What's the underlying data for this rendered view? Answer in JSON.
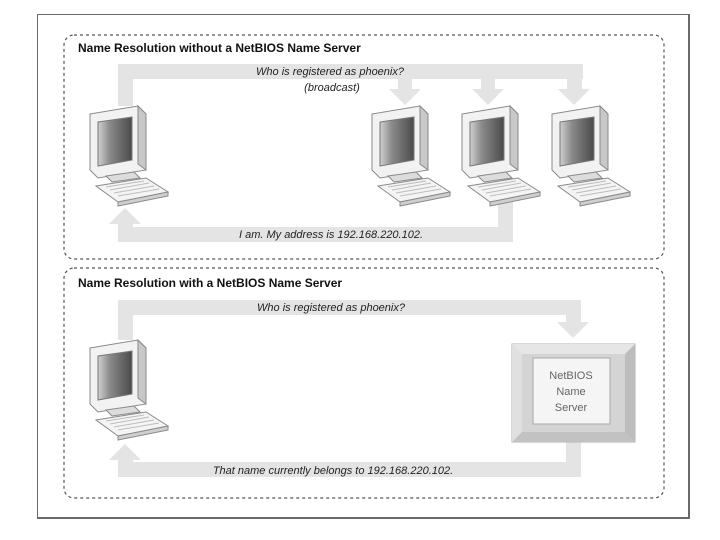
{
  "panel_without": {
    "title": "Name Resolution without a NetBIOS Name Server",
    "query_line1": "Who is registered as phoenix?",
    "query_line2": "(broadcast)",
    "reply": "I am. My address is 192.168.220.102."
  },
  "panel_with": {
    "title": "Name Resolution with a NetBIOS Name Server",
    "query": "Who is registered as phoenix?",
    "server_line1": "NetBIOS",
    "server_line2": "Name",
    "server_line3": "Server",
    "reply": "That name currently belongs to 192.168.220.102."
  },
  "icons": [
    "computer-icon",
    "server-box"
  ],
  "colors": {
    "flow_band": "#e4e4e4",
    "server_box": "#d4d4d4",
    "panel_border": "#555555"
  }
}
